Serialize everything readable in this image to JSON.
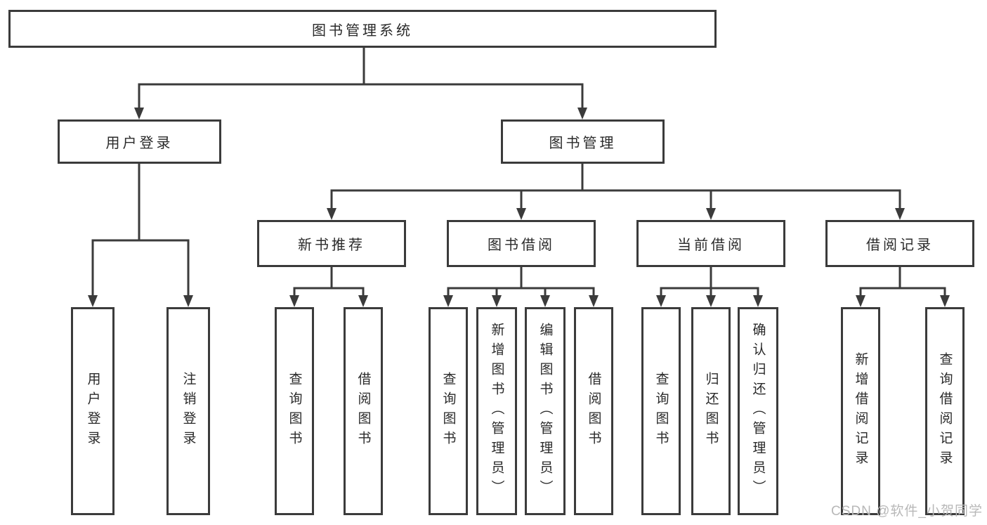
{
  "diagram_title": "图书管理系统",
  "colors": {
    "line": "#3b3b3b",
    "box_border": "#3b3b3b",
    "box_background": "#ffffff",
    "text": "#2a2a2a",
    "watermark": "#b8b8b8"
  },
  "watermark": {
    "text": "CSDN @软件_小贺同学"
  },
  "tree": {
    "label": "图书管理系统",
    "children": [
      {
        "label": "用户登录",
        "children": [
          {
            "label": "用户登录"
          },
          {
            "label": "注销登录"
          }
        ]
      },
      {
        "label": "图书管理",
        "children": [
          {
            "label": "新书推荐",
            "children": [
              {
                "label": "查询图书"
              },
              {
                "label": "借阅图书"
              }
            ]
          },
          {
            "label": "图书借阅",
            "children": [
              {
                "label": "查询图书"
              },
              {
                "label": "新增图书（管理员）"
              },
              {
                "label": "编辑图书（管理员）"
              },
              {
                "label": "借阅图书"
              }
            ]
          },
          {
            "label": "当前借阅",
            "children": [
              {
                "label": "查询图书"
              },
              {
                "label": "归还图书"
              },
              {
                "label": "确认归还（管理员）"
              }
            ]
          },
          {
            "label": "借阅记录",
            "children": [
              {
                "label": "新增借阅记录"
              },
              {
                "label": "查询借阅记录"
              }
            ]
          }
        ]
      }
    ]
  }
}
